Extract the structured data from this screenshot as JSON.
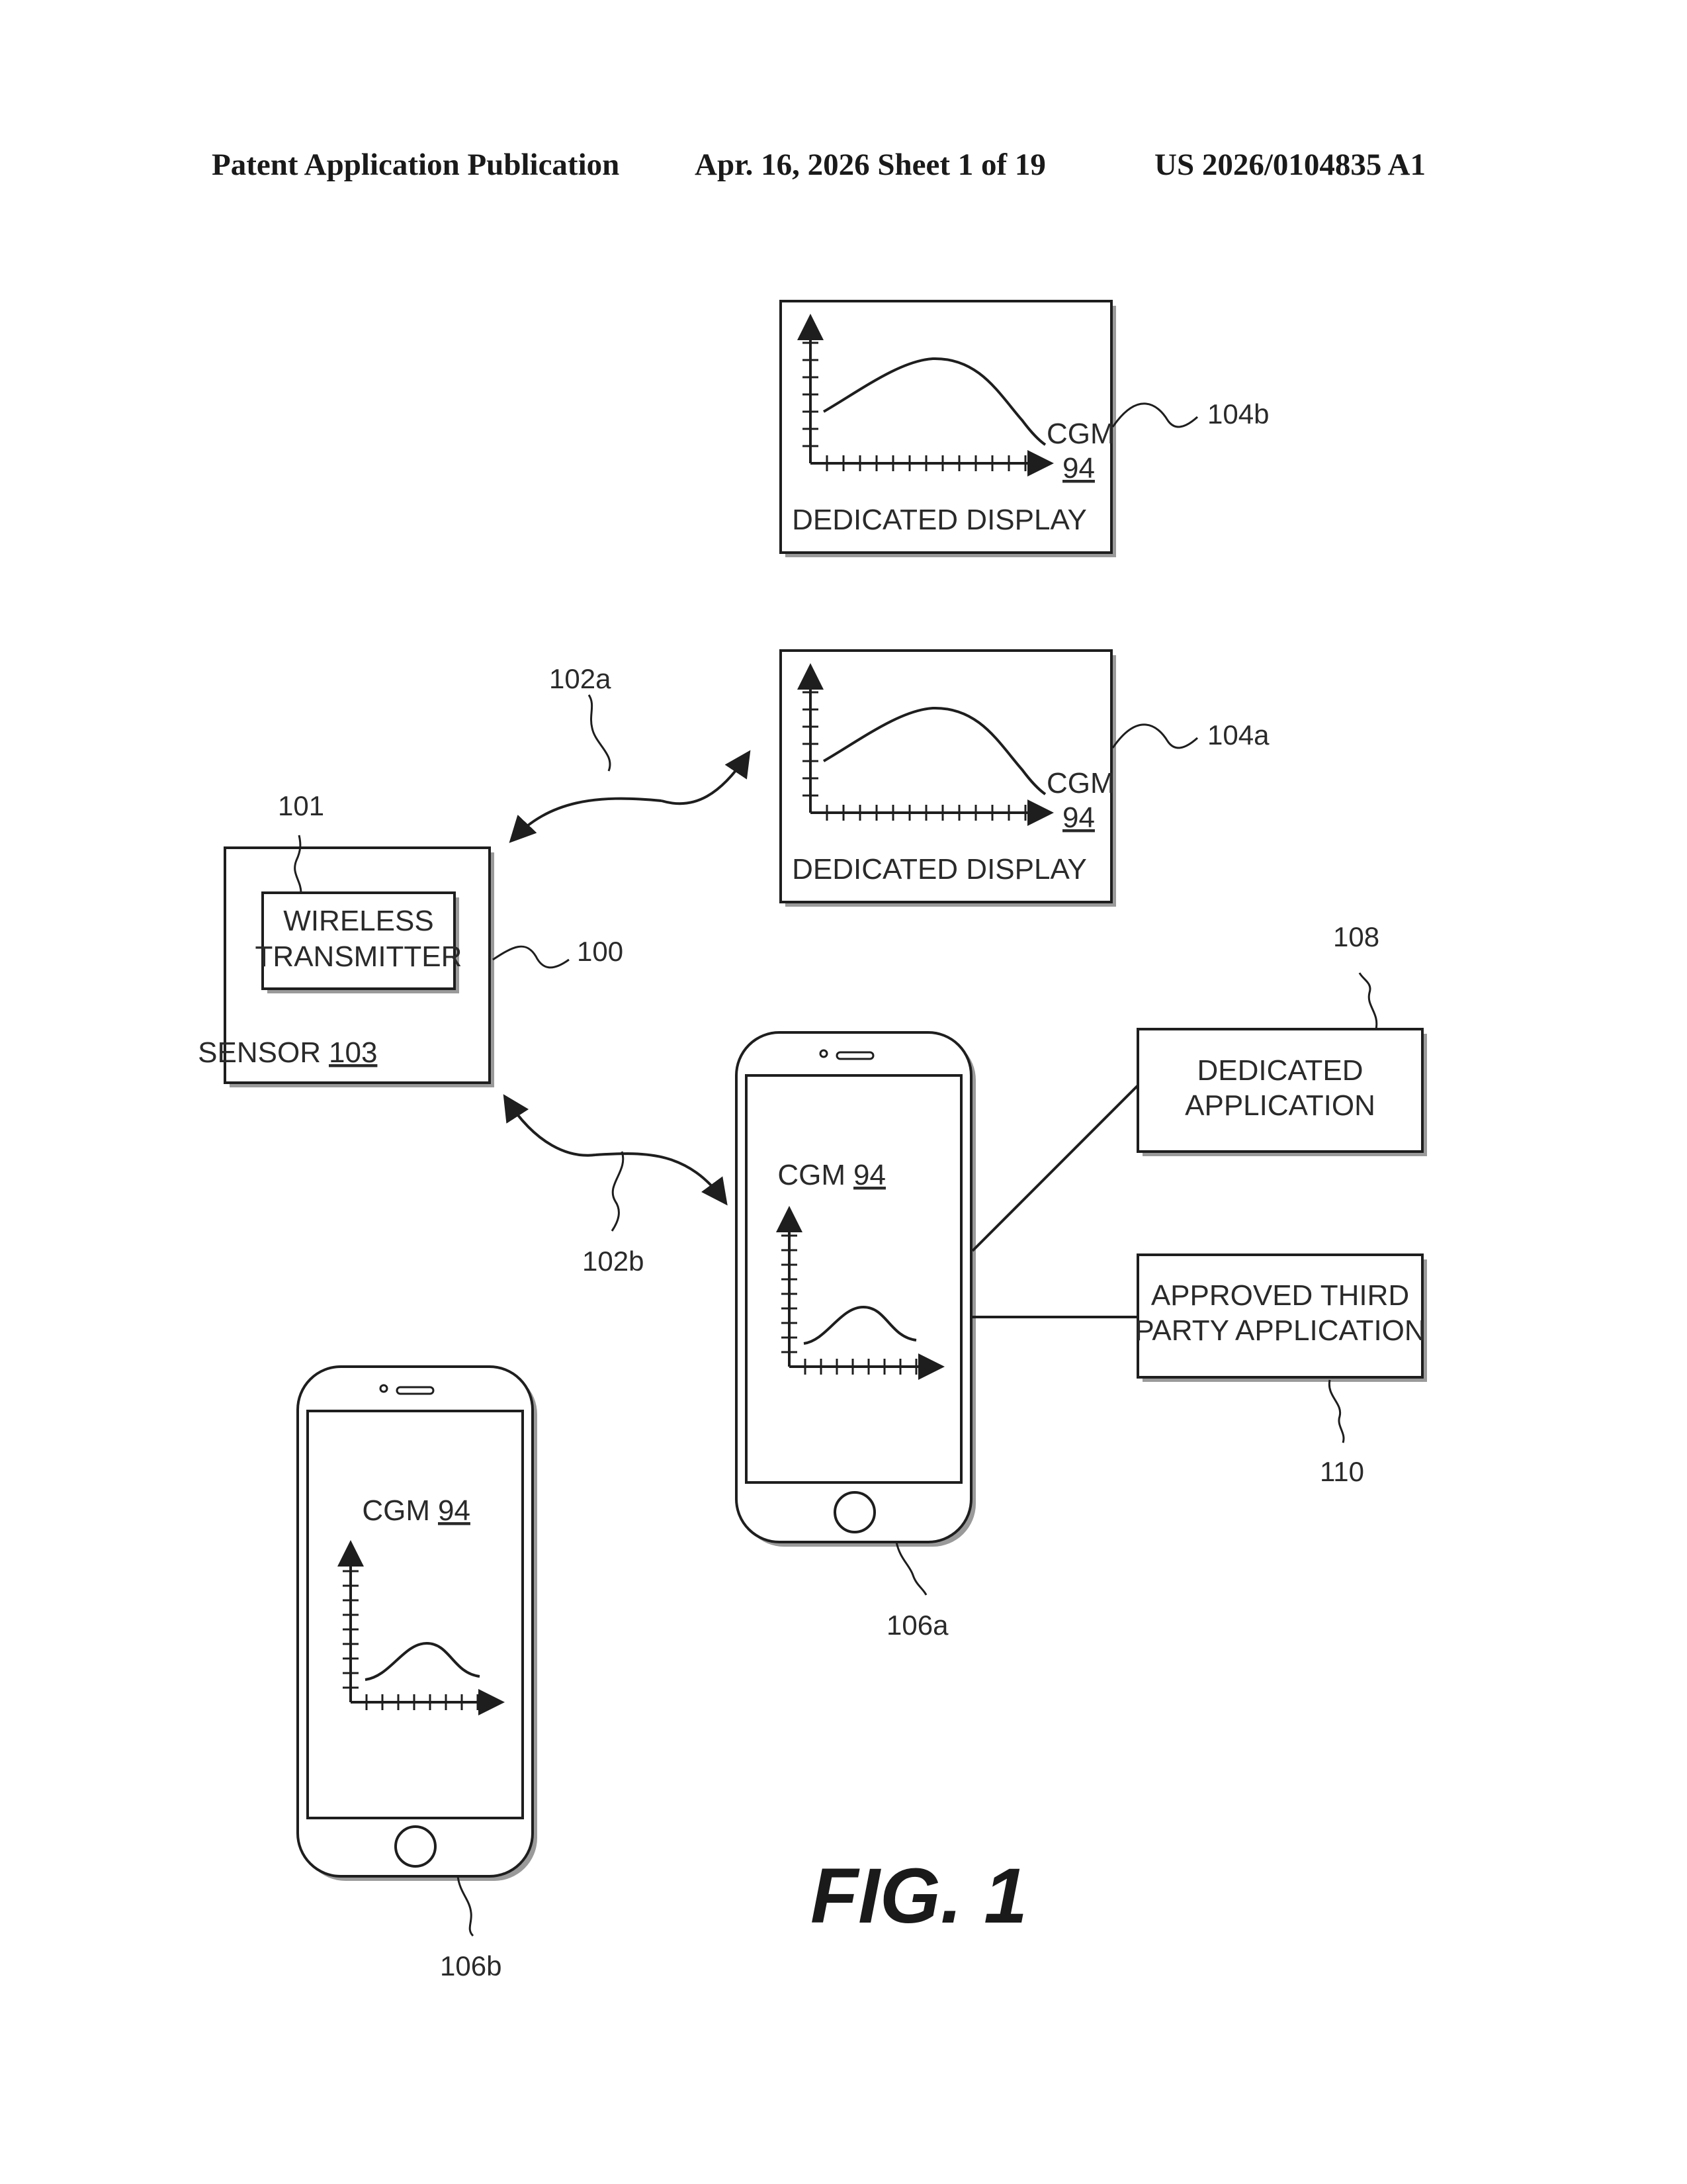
{
  "header": {
    "left": "Patent Application Publication",
    "center": "Apr. 16, 2026  Sheet 1 of 19",
    "right": "US 2026/0104835 A1"
  },
  "figure": {
    "title": "FIG. 1",
    "sensor": {
      "transmitter_line1": "WIRELESS",
      "transmitter_line2": "TRANSMITTER",
      "label": "SENSOR",
      "label_ref": "103",
      "ref": "100",
      "transmitter_ref": "101"
    },
    "links": {
      "a": "102a",
      "b": "102b"
    },
    "display_a": {
      "caption": "DEDICATED DISPLAY",
      "cgm": "CGM",
      "cgm_ref": "94",
      "ref": "104a"
    },
    "display_b": {
      "caption": "DEDICATED DISPLAY",
      "cgm": "CGM",
      "cgm_ref": "94",
      "ref": "104b"
    },
    "phone_a": {
      "cgm": "CGM",
      "cgm_ref": "94",
      "ref": "106a"
    },
    "phone_b": {
      "cgm": "CGM",
      "cgm_ref": "94",
      "ref": "106b"
    },
    "dedicated_app": {
      "line1": "DEDICATED",
      "line2": "APPLICATION",
      "ref": "108"
    },
    "third_party_app": {
      "line1": "APPROVED THIRD",
      "line2": "PARTY APPLICATION",
      "ref": "110"
    }
  }
}
